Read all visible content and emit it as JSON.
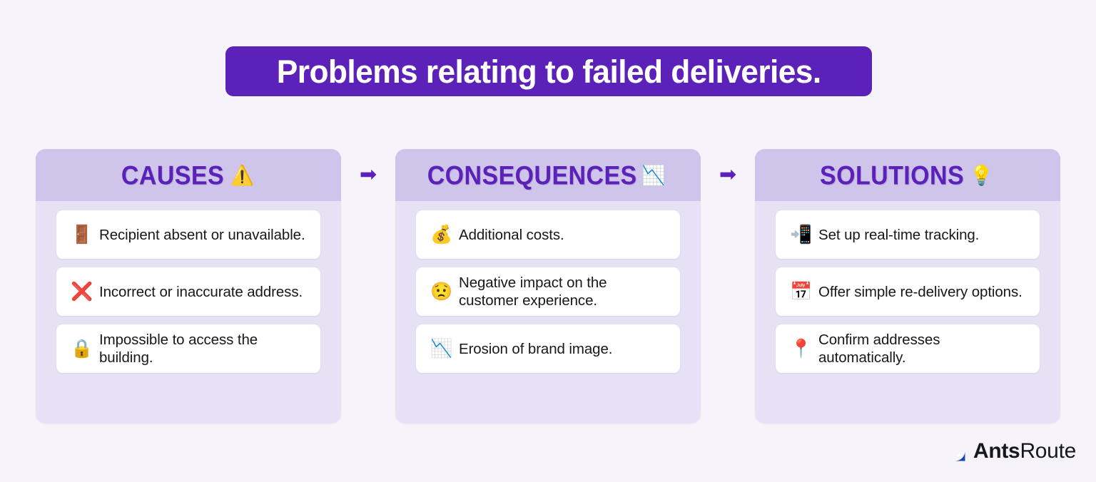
{
  "title": {
    "text": "Problems relating to failed deliveries.",
    "background_color": "#5b21b8",
    "text_color": "#ffffff"
  },
  "theme": {
    "page_background": "#f6f4fa",
    "panel_background": "#e7e1f6",
    "panel_header_background": "#cfc4ea",
    "accent_purple": "#5b21b8",
    "card_background": "#ffffff",
    "body_text_color": "#181818"
  },
  "connectors": [
    {
      "icon": "right-arrow-icon",
      "glyph": "➡"
    },
    {
      "icon": "right-arrow-icon",
      "glyph": "➡"
    }
  ],
  "columns": [
    {
      "header": {
        "label": "CAUSES",
        "icon": "warning-triangle-icon",
        "glyph": "⚠️"
      },
      "items": [
        {
          "icon": "door-icon",
          "glyph": "🚪",
          "text": "Recipient absent or unavailable."
        },
        {
          "icon": "cross-mark-icon",
          "glyph": "❌",
          "text": "Incorrect or inaccurate address."
        },
        {
          "icon": "lock-icon",
          "glyph": "🔒",
          "text": "Impossible to access the building."
        }
      ]
    },
    {
      "header": {
        "label": "CONSEQUENCES",
        "icon": "chart-decreasing-icon",
        "glyph": "📉"
      },
      "items": [
        {
          "icon": "money-bag-icon",
          "glyph": "💰",
          "text": "Additional costs."
        },
        {
          "icon": "worried-face-icon",
          "glyph": "😟",
          "text": "Negative impact on the customer experience."
        },
        {
          "icon": "chart-decreasing-icon",
          "glyph": "📉",
          "text": "Erosion of brand image."
        }
      ]
    },
    {
      "header": {
        "label": "SOLUTIONS",
        "icon": "light-bulb-icon",
        "glyph": "💡"
      },
      "items": [
        {
          "icon": "mobile-phone-with-arrow-icon",
          "glyph": "📲",
          "text": "Set up real-time tracking."
        },
        {
          "icon": "calendar-icon",
          "glyph": "📅",
          "text": "Offer simple re-delivery options."
        },
        {
          "icon": "map-pin-icon",
          "glyph": "📍",
          "text": "Confirm addresses automatically."
        }
      ]
    }
  ],
  "footer": {
    "logo": {
      "mark_icon": "antsroute-logo-icon",
      "mark_color": "#1565d8",
      "word_primary": "Ants",
      "word_secondary": "Route"
    }
  }
}
